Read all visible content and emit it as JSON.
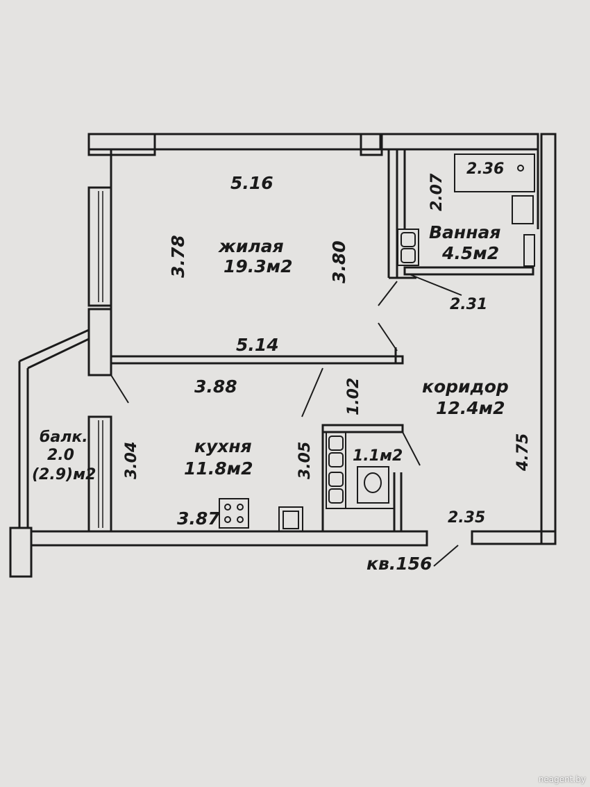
{
  "plan": {
    "apartment_label": "кв.156",
    "rooms": {
      "living": {
        "name": "жилая",
        "area": "19.3м2"
      },
      "bathroom": {
        "name": "Ванная",
        "area": "4.5м2"
      },
      "corridor": {
        "name": "коридор",
        "area": "12.4м2"
      },
      "kitchen": {
        "name": "кухня",
        "area": "11.8м2"
      },
      "wc": {
        "area": "1.1м2"
      },
      "balcony": {
        "name": "балк.",
        "area": "2.0",
        "area_total": "(2.9)м2"
      }
    },
    "dimensions": {
      "living_top": "5.16",
      "living_left": "3.78",
      "living_right": "3.80",
      "living_bottom": "5.14",
      "bath_width": "2.36",
      "bath_height": "2.07",
      "bath_bottom": "2.31",
      "kitchen_top": "3.88",
      "kitchen_door": "1.02",
      "kitchen_left": "3.04",
      "kitchen_right": "3.05",
      "kitchen_bottom": "3.87",
      "corridor_right": "4.75",
      "corridor_bottom": "2.35"
    }
  },
  "watermark": "neagent.by"
}
